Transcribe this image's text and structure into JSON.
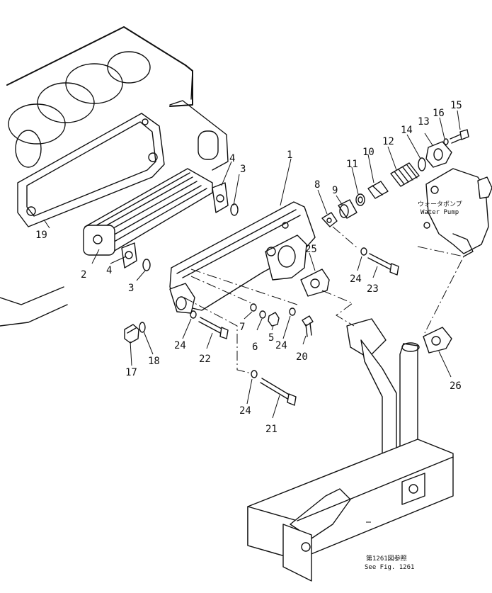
{
  "diagram": {
    "callouts": [
      {
        "id": "c1",
        "label": "1"
      },
      {
        "id": "c2",
        "label": "2"
      },
      {
        "id": "c3a",
        "label": "3"
      },
      {
        "id": "c3b",
        "label": "3"
      },
      {
        "id": "c4a",
        "label": "4"
      },
      {
        "id": "c4b",
        "label": "4"
      },
      {
        "id": "c5",
        "label": "5"
      },
      {
        "id": "c6",
        "label": "6"
      },
      {
        "id": "c7",
        "label": "7"
      },
      {
        "id": "c8",
        "label": "8"
      },
      {
        "id": "c9",
        "label": "9"
      },
      {
        "id": "c10",
        "label": "10"
      },
      {
        "id": "c11",
        "label": "11"
      },
      {
        "id": "c12",
        "label": "12"
      },
      {
        "id": "c13",
        "label": "13"
      },
      {
        "id": "c14",
        "label": "14"
      },
      {
        "id": "c15",
        "label": "15"
      },
      {
        "id": "c16",
        "label": "16"
      },
      {
        "id": "c17",
        "label": "17"
      },
      {
        "id": "c18",
        "label": "18"
      },
      {
        "id": "c19",
        "label": "19"
      },
      {
        "id": "c20",
        "label": "20"
      },
      {
        "id": "c21",
        "label": "21"
      },
      {
        "id": "c22",
        "label": "22"
      },
      {
        "id": "c23",
        "label": "23"
      },
      {
        "id": "c24a",
        "label": "24"
      },
      {
        "id": "c24b",
        "label": "24"
      },
      {
        "id": "c24c",
        "label": "24"
      },
      {
        "id": "c24d",
        "label": "24"
      },
      {
        "id": "c25",
        "label": "25"
      },
      {
        "id": "c26",
        "label": "26"
      }
    ],
    "water_pump": {
      "label_jp": "ウォータポンプ",
      "label_en": "Water Pump"
    },
    "reference": {
      "label_jp": "第1261図参照",
      "label_en": "See Fig. 1261"
    }
  }
}
